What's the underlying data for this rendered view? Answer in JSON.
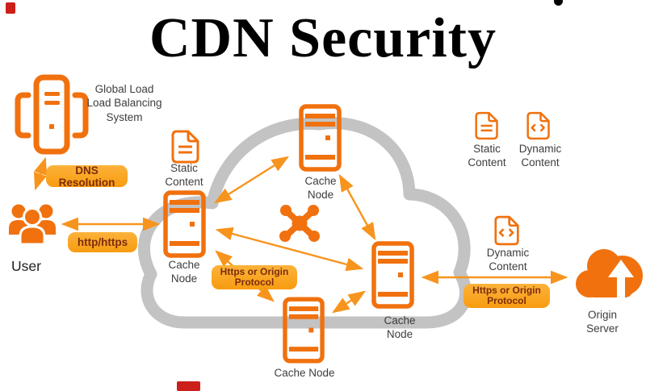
{
  "title": "CDN Security",
  "nodes": {
    "glb": {
      "line1": "Global Load",
      "line2": "Load Balancing",
      "line3": "System"
    },
    "user": {
      "label": "User"
    },
    "static_left": {
      "line1": "Static",
      "line2": "Content"
    },
    "cache_left": {
      "line1": "Cache",
      "line2": "Node"
    },
    "cache_top": {
      "line1": "Cache",
      "line2": "Node"
    },
    "cache_right": {
      "line1": "Cache",
      "line2": "Node"
    },
    "cache_bottom": {
      "label": "Cache Node"
    },
    "dynamic_mid": {
      "line1": "Dynamic",
      "line2": "Content"
    },
    "origin": {
      "line1": "Origin",
      "line2": "Server"
    }
  },
  "legend": {
    "static": {
      "line1": "Static",
      "line2": "Content"
    },
    "dynamic": {
      "line1": "Dynamic",
      "line2": "Content"
    }
  },
  "badges": {
    "dns": "DNS Resolution",
    "http": "http/https",
    "https_left": {
      "line1": "Https or Origin",
      "line2": "Protocol"
    },
    "https_right": {
      "line1": "Https or Origin",
      "line2": "Protocol"
    }
  },
  "colors": {
    "icon_orange": "#f0710e",
    "arrow_orange": "#f7941d",
    "badge_fill": "#f9a11b",
    "badge_text": "#7c2c0e",
    "cloud_gray": "#c3c3c3",
    "label_gray": "#3d3d3d",
    "marker_red": "#cc1f1a"
  }
}
